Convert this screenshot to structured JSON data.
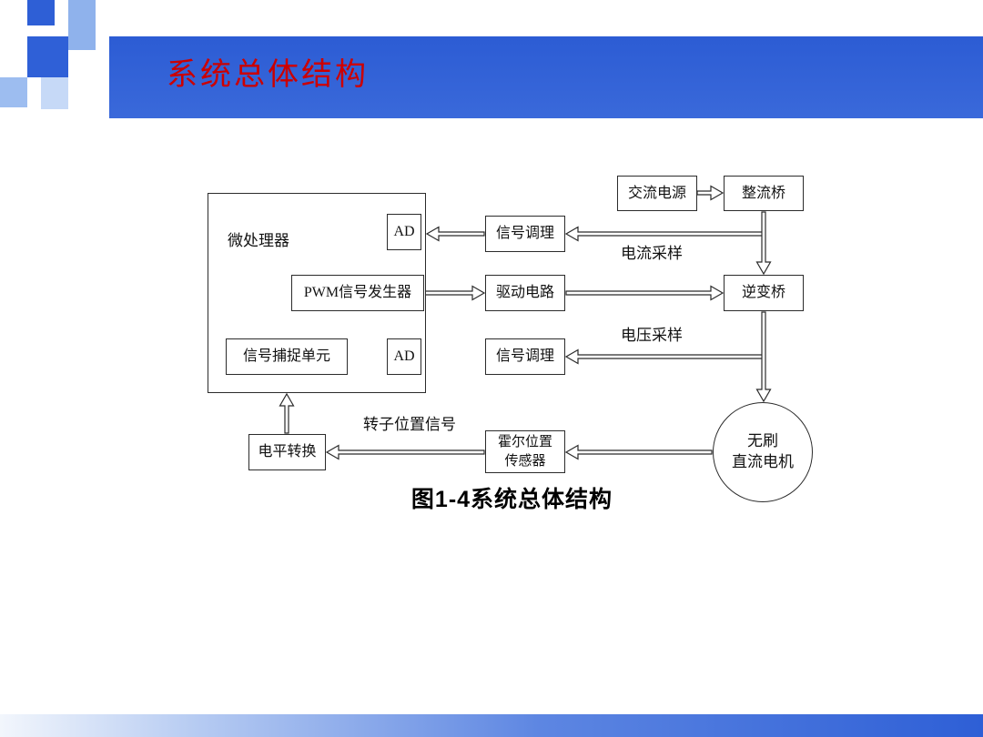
{
  "slide": {
    "title": "系统总体结构",
    "caption": "图1-4系统总体结构"
  },
  "diagram": {
    "boxes": {
      "microprocessor": "微处理器",
      "ad_top": "AD",
      "pwm": "PWM信号发生器",
      "capture": "信号捕捉单元",
      "ad_bottom": "AD",
      "signal_cond_top": "信号调理",
      "drive": "驱动电路",
      "signal_cond_bottom": "信号调理",
      "ac_power": "交流电源",
      "rectifier": "整流桥",
      "inverter": "逆变桥",
      "hall_line1": "霍尔位置",
      "hall_line2": "传感器",
      "level_shift": "电平转换",
      "motor_line1": "无刷",
      "motor_line2": "直流电机"
    },
    "labels": {
      "current_sampling": "电流采样",
      "voltage_sampling": "电压采样",
      "rotor_position": "转子位置信号"
    }
  },
  "colors": {
    "banner_blue": "#3161d2",
    "title_red": "#cc0000"
  }
}
